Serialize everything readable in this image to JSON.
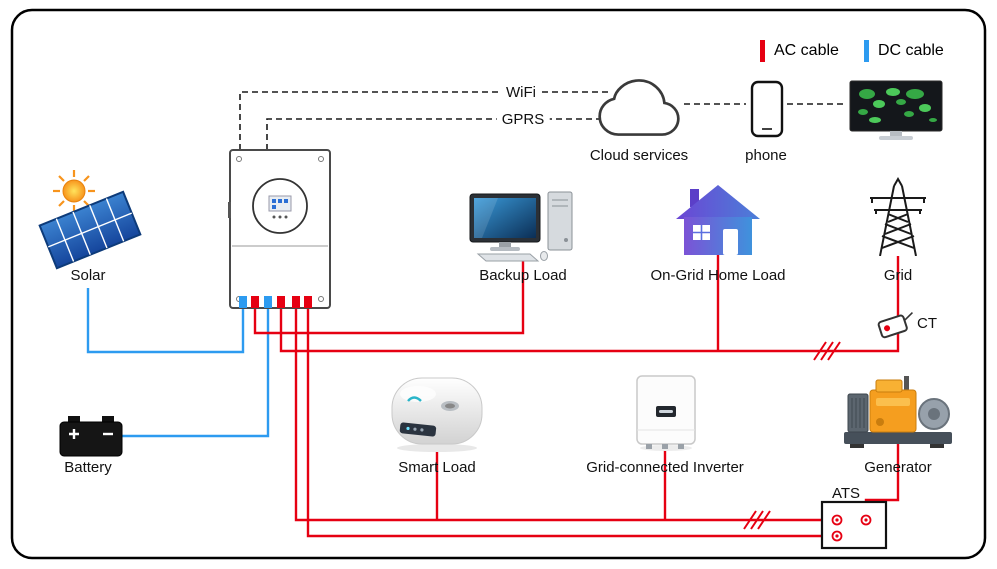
{
  "legend": {
    "ac": {
      "label": "AC cable",
      "color": "#e60012"
    },
    "dc": {
      "label": "DC cable",
      "color": "#2d9bf0"
    }
  },
  "comm": {
    "wifi": "WiFi",
    "gprs": "GPRS",
    "cloud": "Cloud services",
    "phone": "phone"
  },
  "nodes": {
    "solar": "Solar",
    "battery": "Battery",
    "backup_load": "Backup Load",
    "ongrid_home_load": "On-Grid Home Load",
    "grid": "Grid",
    "ct": "CT",
    "smart_load": "Smart Load",
    "grid_connected_inverter": "Grid-connected Inverter",
    "generator": "Generator",
    "ats": "ATS"
  }
}
